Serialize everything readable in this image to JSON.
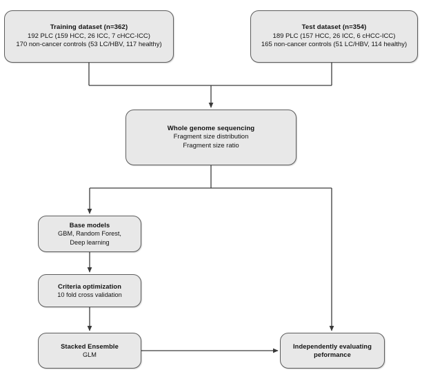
{
  "diagram": {
    "title": "Study workflow flowchart",
    "colors": {
      "node_fill": "#e8e8e8",
      "node_border": "#5b5b5b",
      "connector": "#3a3a3a",
      "background": "#ffffff"
    },
    "nodes": [
      {
        "id": "training",
        "title": "Training dataset (n=362)",
        "lines": [
          "192 PLC (159 HCC, 26 ICC, 7 cHCC-ICC)",
          "170 non-cancer controls (53 LC/HBV, 117 healthy)"
        ]
      },
      {
        "id": "test",
        "title": "Test dataset (n=354)",
        "lines": [
          "189 PLC (157 HCC, 26 ICC, 6 cHCC-ICC)",
          "165 non-cancer controls (51 LC/HBV, 114 healthy)"
        ]
      },
      {
        "id": "wgs",
        "title": "Whole genome sequencing",
        "lines": [
          "Fragment size distribution",
          "Fragment size ratio"
        ]
      },
      {
        "id": "base",
        "title": "Base models",
        "lines": [
          "GBM, Random Forest,",
          "Deep learning"
        ]
      },
      {
        "id": "criteria",
        "title": "Criteria optimization",
        "lines": [
          "10 fold cross validation"
        ]
      },
      {
        "id": "stacked",
        "title": "Stacked Ensemble",
        "lines": [
          "GLM"
        ]
      },
      {
        "id": "eval",
        "title": "Independently evaluating",
        "lines": [
          "peformance"
        ]
      }
    ],
    "edges": [
      {
        "id": "training-to-merge",
        "from": "training",
        "to": "wgs",
        "arrow": false
      },
      {
        "id": "test-to-merge",
        "from": "test",
        "to": "wgs",
        "arrow": false
      },
      {
        "id": "merge-to-wgs",
        "from": "merge",
        "to": "wgs",
        "arrow": true
      },
      {
        "id": "wgs-to-base",
        "from": "wgs",
        "to": "base",
        "arrow": true
      },
      {
        "id": "wgs-to-eval",
        "from": "wgs",
        "to": "eval",
        "arrow": true
      },
      {
        "id": "base-to-criteria",
        "from": "base",
        "to": "criteria",
        "arrow": true
      },
      {
        "id": "criteria-to-stacked",
        "from": "criteria",
        "to": "stacked",
        "arrow": true
      },
      {
        "id": "stacked-to-eval",
        "from": "stacked",
        "to": "eval",
        "arrow": true
      }
    ]
  }
}
